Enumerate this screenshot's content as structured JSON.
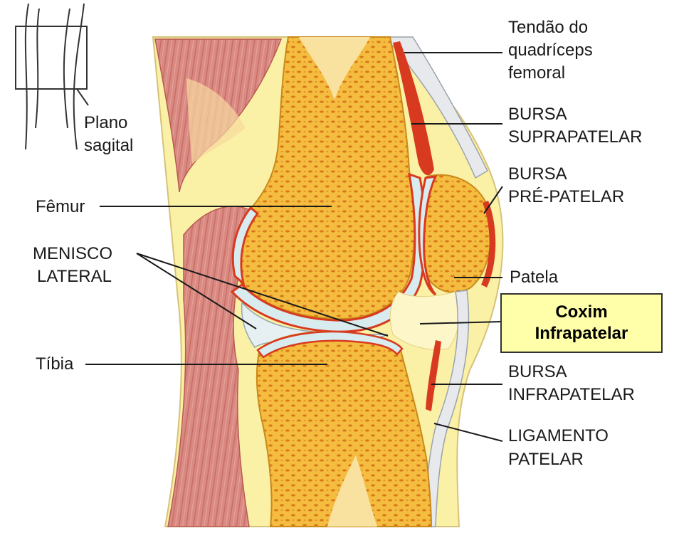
{
  "labels": {
    "quadriceps_tendon": [
      "Tendão do",
      "quadríceps",
      "femoral"
    ],
    "sagittal_plane": [
      "Plano",
      "sagital"
    ],
    "suprapatellar_bursa": [
      "BURSA",
      "SUPRAPATELAR"
    ],
    "prepatellar_bursa": [
      "BURSA",
      "PRÉ-PATELAR"
    ],
    "femur": "Fêmur",
    "lateral_meniscus": [
      "MENISCO",
      "LATERAL"
    ],
    "patella": "Patela",
    "tibia": "Tíbia",
    "infrapatellar_bursa": [
      "BURSA",
      "INFRAPATELAR"
    ],
    "patellar_ligament": [
      "LIGAMENTO",
      "PATELAR"
    ]
  },
  "highlight": {
    "lines": [
      "Coxim",
      "Infrapatelar"
    ],
    "fill_color": "#ffffaa"
  },
  "colors": {
    "background": "#ffffff",
    "bone": "#f2b838",
    "bone_spots": "#d9791a",
    "cartilage": "#d8ecf0",
    "synovial_red": "#d83a20",
    "muscle": "#d07a74",
    "fat": "#fbf1a6",
    "leader_lines": "#1a1a1a"
  }
}
